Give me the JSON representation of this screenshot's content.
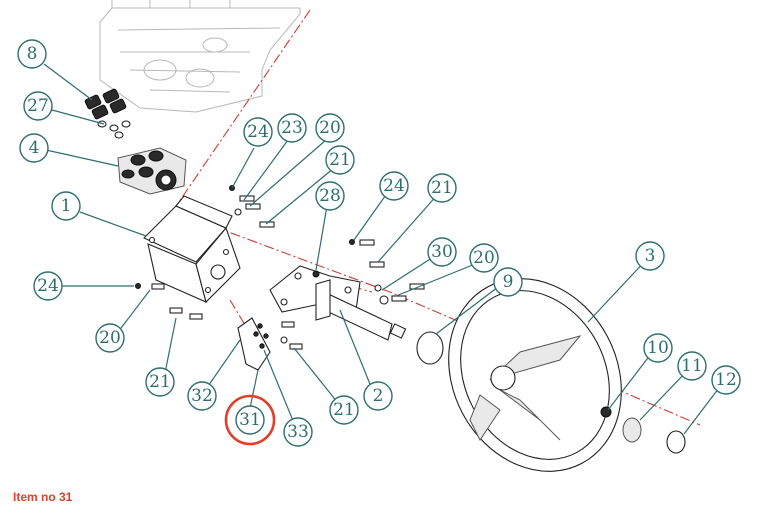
{
  "caption": "Item no 31",
  "colors": {
    "callout": "#2f6e6e",
    "highlight": "#e0402a",
    "caption": "#e0402a",
    "axis": "#d23a3a"
  },
  "callouts": {
    "c1": "1",
    "c2": "2",
    "c3": "3",
    "c4": "4",
    "c8": "8",
    "c9": "9",
    "c10": "10",
    "c11": "11",
    "c12": "12",
    "c20a": "20",
    "c20b": "20",
    "c20c": "20",
    "c21a": "21",
    "c21b": "21",
    "c21c": "21",
    "c21d": "21",
    "c23": "23",
    "c24a": "24",
    "c24b": "24",
    "c24c": "24",
    "c27": "27",
    "c28": "28",
    "c30": "30",
    "c31": "31",
    "c32": "32",
    "c33": "33"
  },
  "highlighted_item": "31"
}
